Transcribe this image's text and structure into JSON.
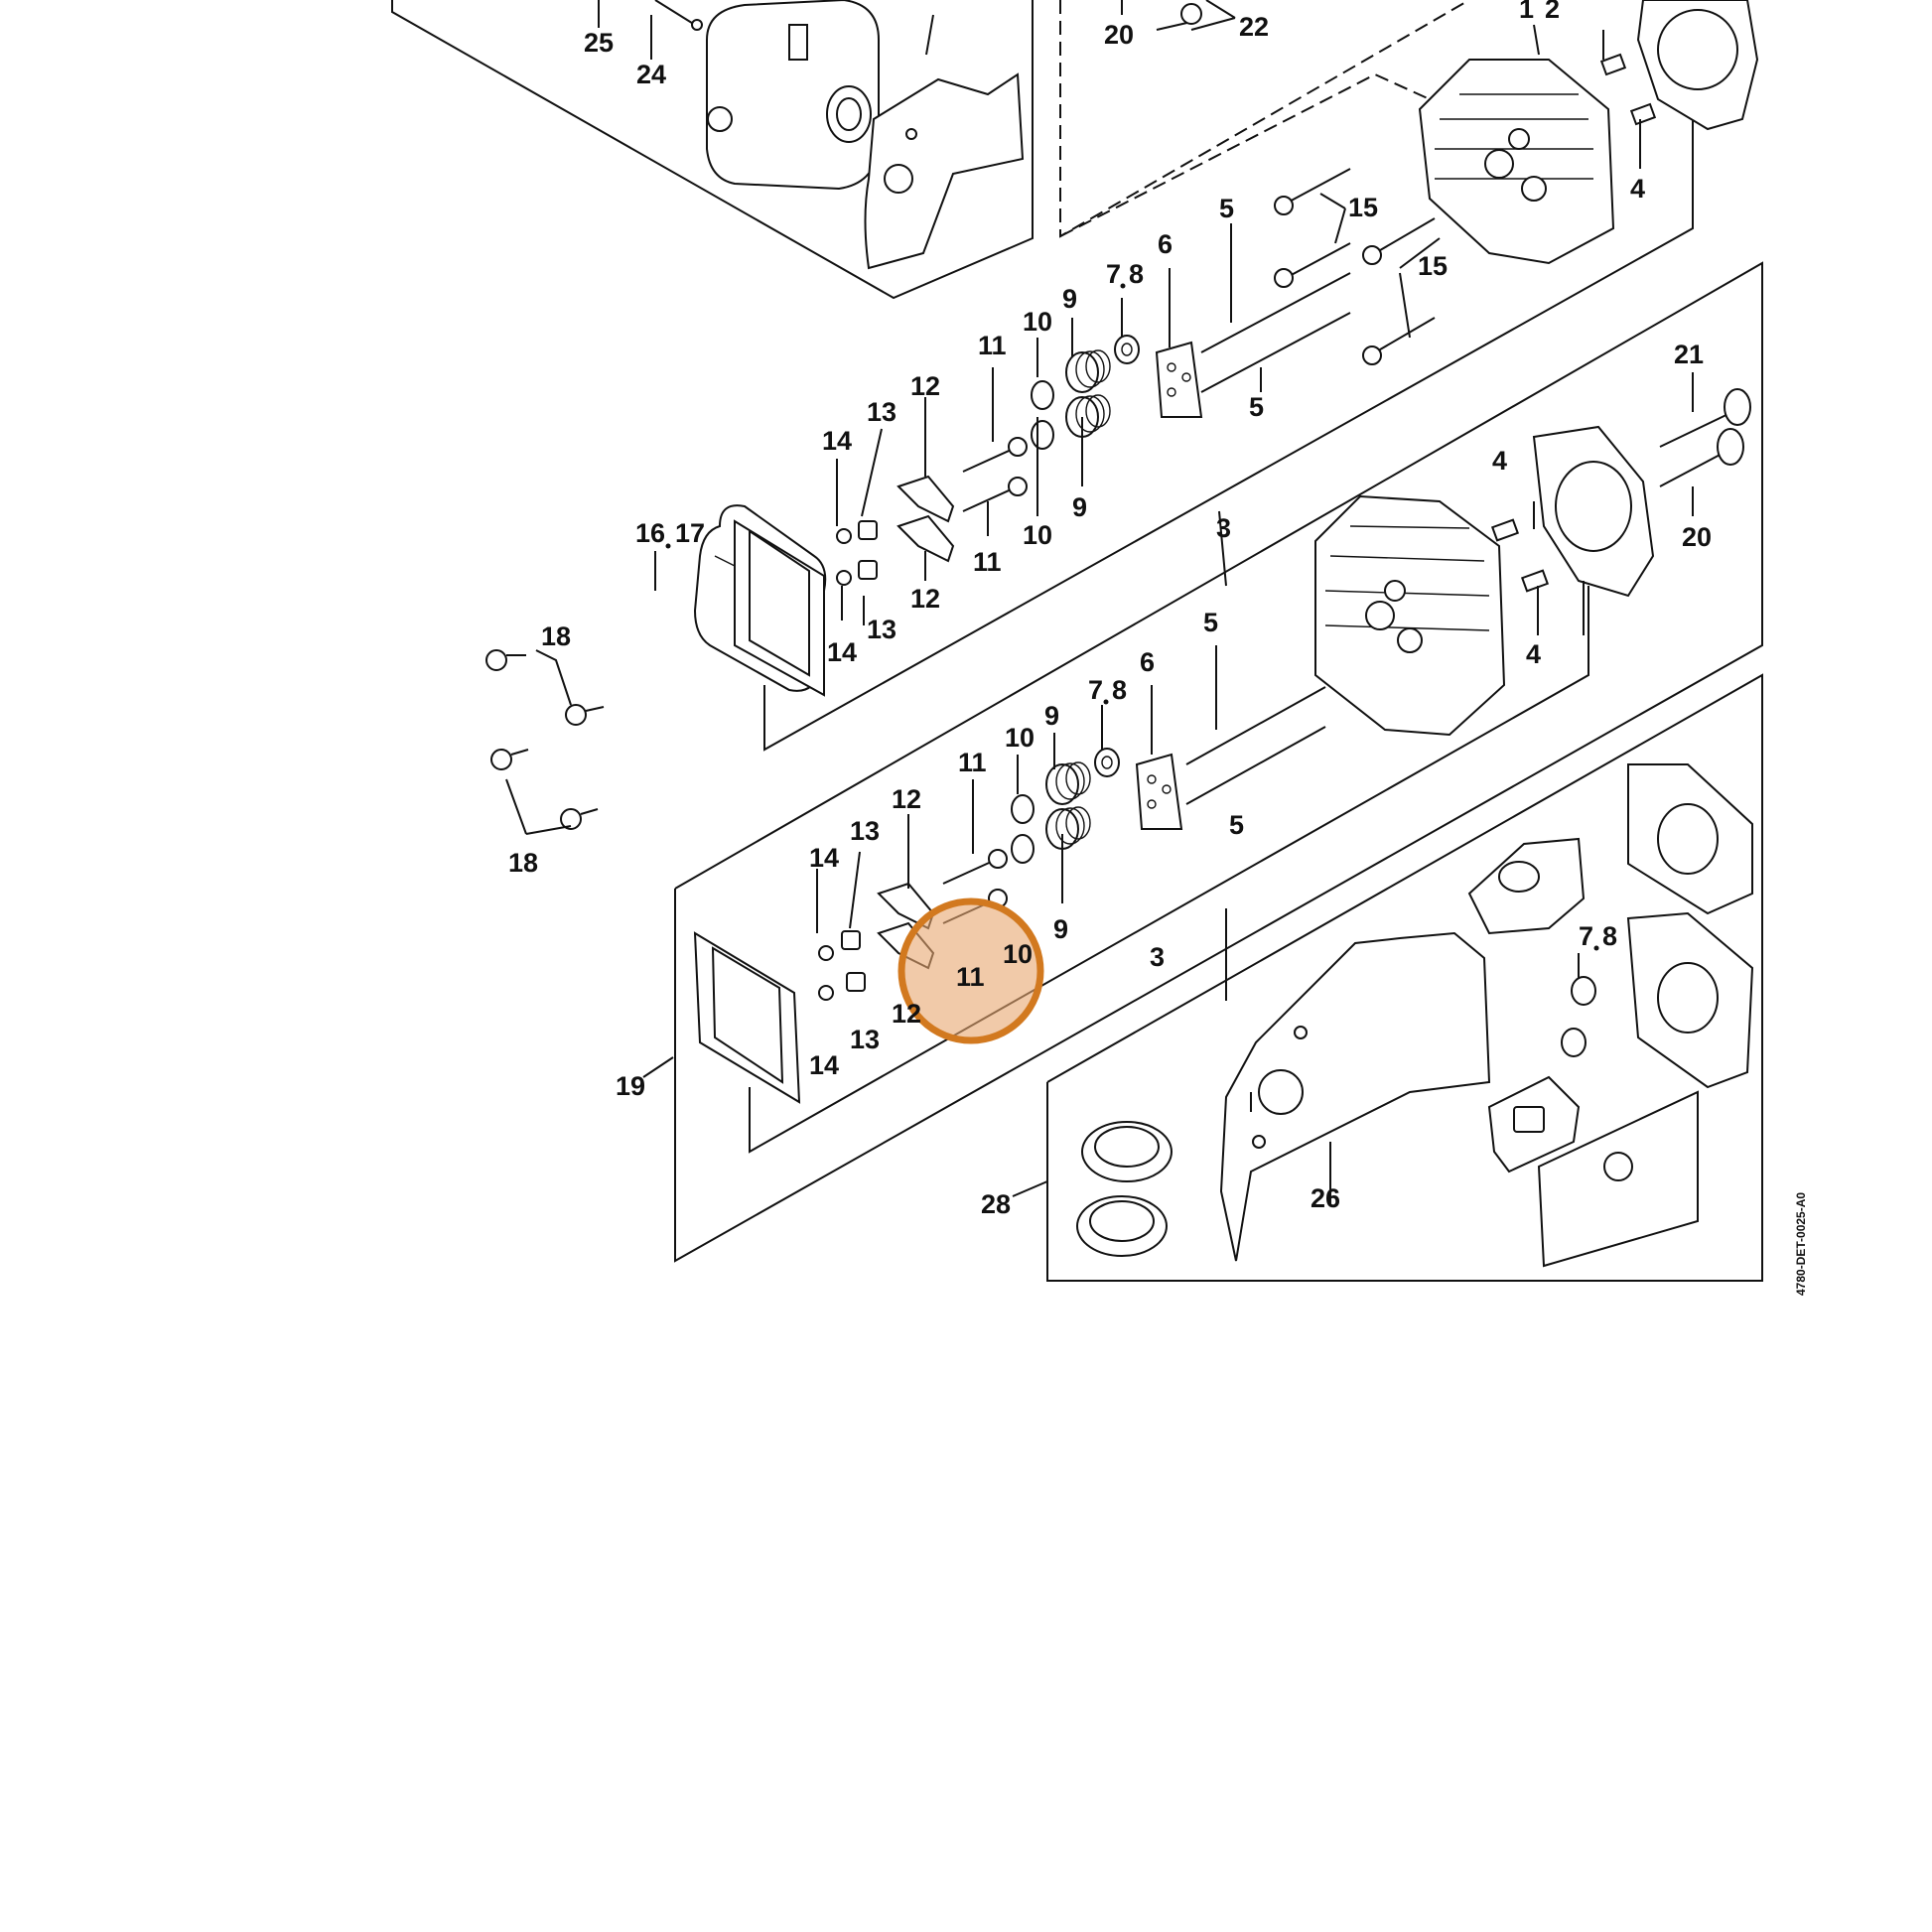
{
  "diagram": {
    "document_id": "4780-DET-0025-A0",
    "callouts": [
      "25",
      "24",
      "20",
      "22",
      "1",
      "2",
      "4",
      "15",
      "5",
      "6",
      "7",
      "8",
      "9",
      "10",
      "11",
      "12",
      "13",
      "14",
      "16",
      "17",
      "18",
      "21",
      "3",
      "19",
      "28",
      "26"
    ],
    "highlighted_callout": "11",
    "highlight_color": "#d2791f"
  }
}
